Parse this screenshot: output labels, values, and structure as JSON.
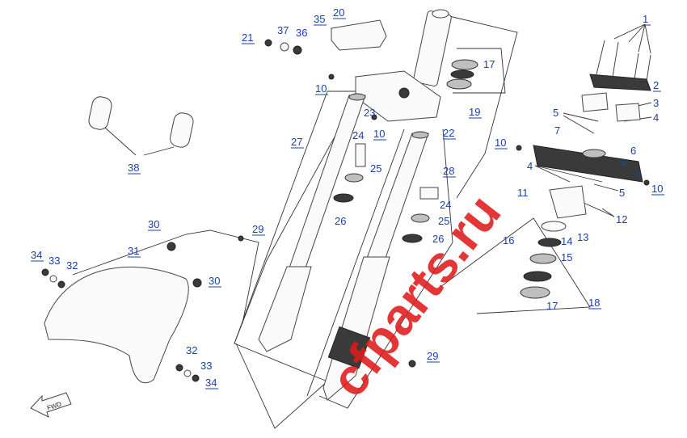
{
  "watermark": "cfparts.ru",
  "direction_marker": "FWD",
  "callouts": [
    "1",
    "2",
    "3",
    "4",
    "5",
    "6",
    "7",
    "8",
    "9",
    "10",
    "11",
    "12",
    "13",
    "14",
    "15",
    "16",
    "17",
    "18",
    "19",
    "20",
    "21",
    "22",
    "23",
    "24",
    "25",
    "26",
    "27",
    "28",
    "29",
    "30",
    "31",
    "32",
    "33",
    "34",
    "35",
    "36",
    "37",
    "38"
  ],
  "colors": {
    "callout_text": "#1a3fae",
    "watermark": "#e01b1b",
    "line_art": "#333333"
  }
}
